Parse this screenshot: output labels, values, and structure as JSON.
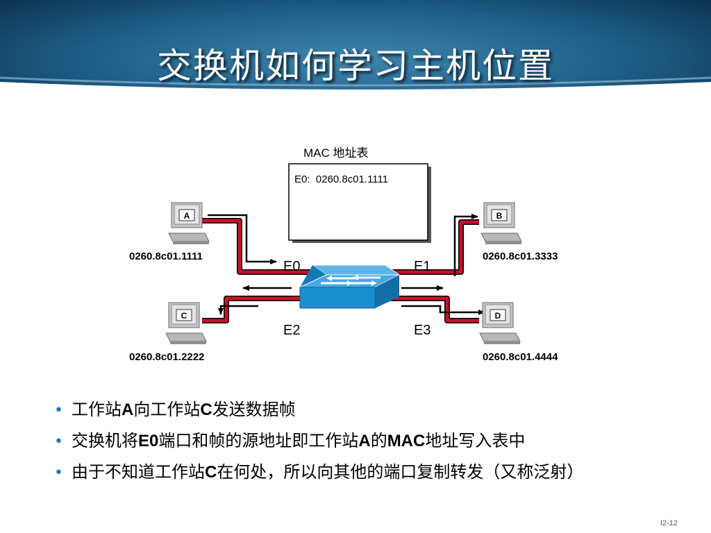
{
  "title": "交换机如何学习主机位置",
  "mac_table": {
    "label": "MAC 地址表",
    "entries": [
      "E0:  0260.8c01.1111"
    ]
  },
  "hosts": [
    {
      "id": "A",
      "mac": "0260.8c01.1111"
    },
    {
      "id": "B",
      "mac": "0260.8c01.3333"
    },
    {
      "id": "C",
      "mac": "0260.8c01.2222"
    },
    {
      "id": "D",
      "mac": "0260.8c01.4444"
    }
  ],
  "ports": [
    "E0",
    "E1",
    "E2",
    "E3"
  ],
  "bullets": [
    [
      {
        "t": "工作站"
      },
      {
        "t": "A",
        "b": true
      },
      {
        "t": "向工作站"
      },
      {
        "t": "C",
        "b": true
      },
      {
        "t": "发送数据帧"
      }
    ],
    [
      {
        "t": "交换机将"
      },
      {
        "t": "E0",
        "b": true
      },
      {
        "t": "端口和帧的源地址即工作站"
      },
      {
        "t": "A",
        "b": true
      },
      {
        "t": "的"
      },
      {
        "t": "MAC",
        "b": true
      },
      {
        "t": "地址写入表中"
      }
    ],
    [
      {
        "t": "由于不知道工作站"
      },
      {
        "t": "C",
        "b": true
      },
      {
        "t": "在何处，所以向其他的端口复制转发（又称泛射）"
      }
    ]
  ],
  "slide_number": "I2-12",
  "colors": {
    "cable": "#c8102e",
    "switch": "#1a8fd0",
    "banner": "#1d5d87"
  }
}
